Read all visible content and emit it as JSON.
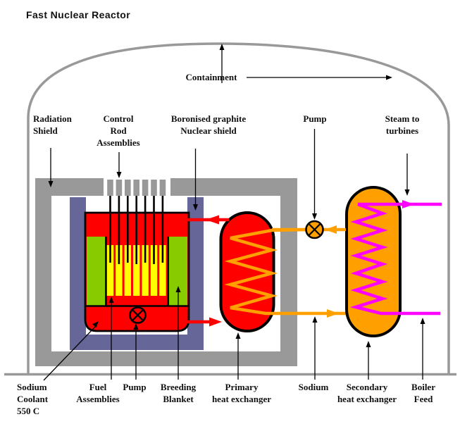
{
  "title": "Fast Nuclear Reactor",
  "labels": {
    "containment": {
      "text": "Containment"
    },
    "radiation_shield": {
      "lines": [
        "Radiation",
        "Shield"
      ]
    },
    "control_rod_assemblies": {
      "lines": [
        "Control",
        "Rod",
        "Assemblies"
      ]
    },
    "boronised_graphite": {
      "lines": [
        "Boronised graphite",
        "Nuclear shield"
      ]
    },
    "pump_top": {
      "text": "Pump"
    },
    "steam_to_turbines": {
      "lines": [
        "Steam to",
        "turbines"
      ]
    },
    "sodium_coolant": {
      "lines": [
        "Sodium",
        "Coolant",
        "550 C"
      ]
    },
    "fuel_assemblies": {
      "lines": [
        "Fuel",
        "Assemblies"
      ]
    },
    "pump_bottom": {
      "text": "Pump"
    },
    "breeding_blanket": {
      "lines": [
        "Breeding",
        "Blanket"
      ]
    },
    "primary_heat_exchanger": {
      "lines": [
        "Primary",
        "heat exchanger"
      ]
    },
    "sodium": {
      "text": "Sodium"
    },
    "secondary_heat_exchanger": {
      "lines": [
        "Secondary",
        "heat exchanger"
      ]
    },
    "boiler_feed": {
      "lines": [
        "Boiler",
        "Feed"
      ]
    }
  },
  "colors": {
    "shield_gray": "#999999",
    "vessel_purple": "#666699",
    "core_red": "#FF0000",
    "blanket_green": "#88CC00",
    "fuel_yellow": "#FFFF00",
    "sodium_orange": "#FFA000",
    "steam_magenta": "#FF00FF",
    "outline_black": "#000000",
    "text_color": "#111111"
  }
}
